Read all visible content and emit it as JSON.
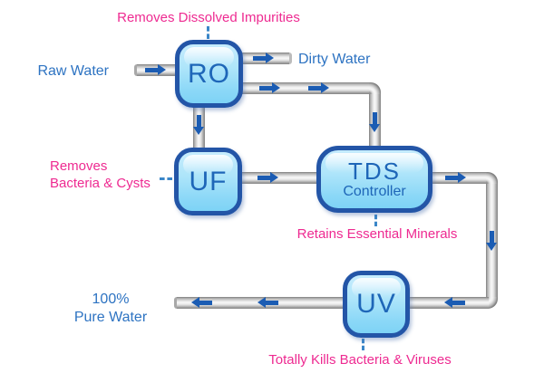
{
  "diagram": {
    "nodes": {
      "ro": {
        "label": "RO",
        "annotation": "Removes Dissolved Impurities"
      },
      "uf": {
        "label": "UF",
        "annotation_line1": "Removes",
        "annotation_line2": "Bacteria & Cysts"
      },
      "tds": {
        "label_line1": "TDS",
        "label_line2": "Controller",
        "annotation": "Retains Essential Minerals"
      },
      "uv": {
        "label": "UV",
        "annotation": "Totally Kills Bacteria & Viruses"
      }
    },
    "stream_labels": {
      "input": "Raw Water",
      "reject": "Dirty Water",
      "output_line1": "100%",
      "output_line2": "Pure Water"
    },
    "colors": {
      "annotation_text": "#ee2a91",
      "stream_text": "#2d73c2",
      "node_text": "#1e66b8",
      "node_border": "#2355a7",
      "node_fill_light": "#c6ecfd",
      "node_fill_dark": "#7dd3f6",
      "arrow": "#1b5cb3",
      "pipe_highlight": "#f8f8f8",
      "pipe_shadow": "#7e7e7e"
    }
  }
}
